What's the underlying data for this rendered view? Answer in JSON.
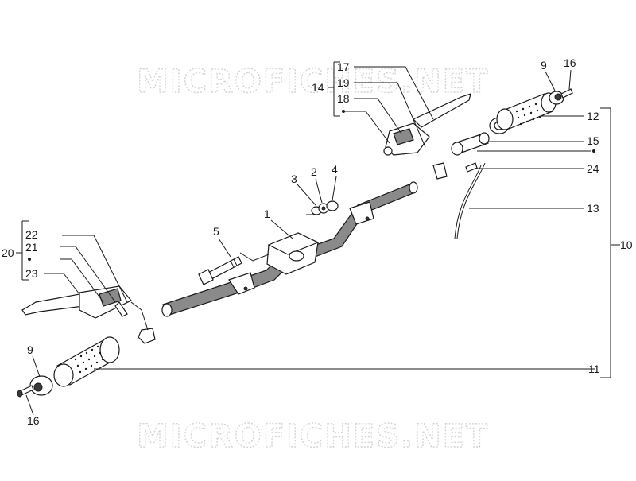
{
  "watermark": "MICROFICHES.NET",
  "callouts": {
    "c1": "1",
    "c2": "2",
    "c3": "3",
    "c4": "4",
    "c5": "5",
    "c9a": "9",
    "c9b": "9",
    "c10": "10",
    "c11": "11",
    "c12": "12",
    "c13": "13",
    "c14": "14",
    "c15": "15",
    "c16a": "16",
    "c16b": "16",
    "c17": "17",
    "c18": "18",
    "c19": "19",
    "c20": "20",
    "c21": "21",
    "c22": "22",
    "c23": "23",
    "c24": "24"
  }
}
